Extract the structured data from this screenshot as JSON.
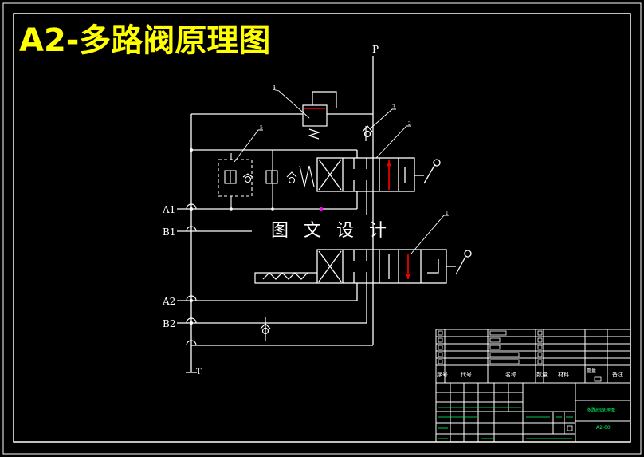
{
  "title": "A2-多路阀原理图",
  "watermark": "图 文 设 计",
  "ports": {
    "pressure": "P",
    "tank": "T",
    "a1": "A1",
    "b1": "B1",
    "a2": "A2",
    "b2": "B2"
  },
  "callouts": [
    "1",
    "2",
    "3",
    "4",
    "5"
  ],
  "title_block": {
    "seq_header": "序号",
    "code_header": "代号",
    "name_header": "名称",
    "qty_header": "数量",
    "material_header": "材料",
    "weight_header": "重量",
    "remark_header": "备注",
    "drawing_name": "多路阀原理图",
    "drawing_no": "A2-00"
  },
  "colors": {
    "background": "#000000",
    "line": "#ffffff",
    "title": "#ffff00",
    "accent": "#ff0000",
    "titleblock_text": "#00ff66",
    "marker": "#ff00ff"
  }
}
